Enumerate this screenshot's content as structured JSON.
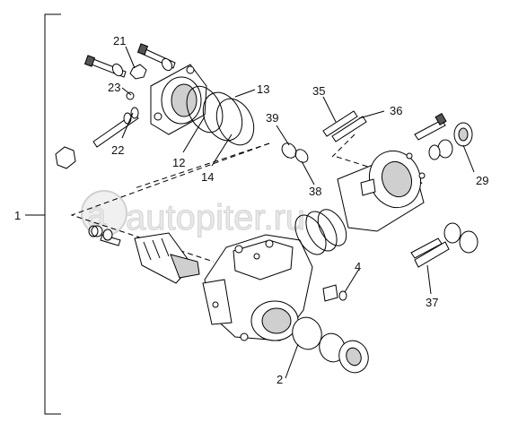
{
  "watermark": "autopiter.ru",
  "callouts": {
    "c1": "1",
    "c2": "2",
    "c4": "4",
    "c12": "12",
    "c13": "13",
    "c14": "14",
    "c21": "21",
    "c22": "22",
    "c23": "23",
    "c29": "29",
    "c35": "35",
    "c36": "36",
    "c37": "37",
    "c38": "38",
    "c39": "39"
  }
}
